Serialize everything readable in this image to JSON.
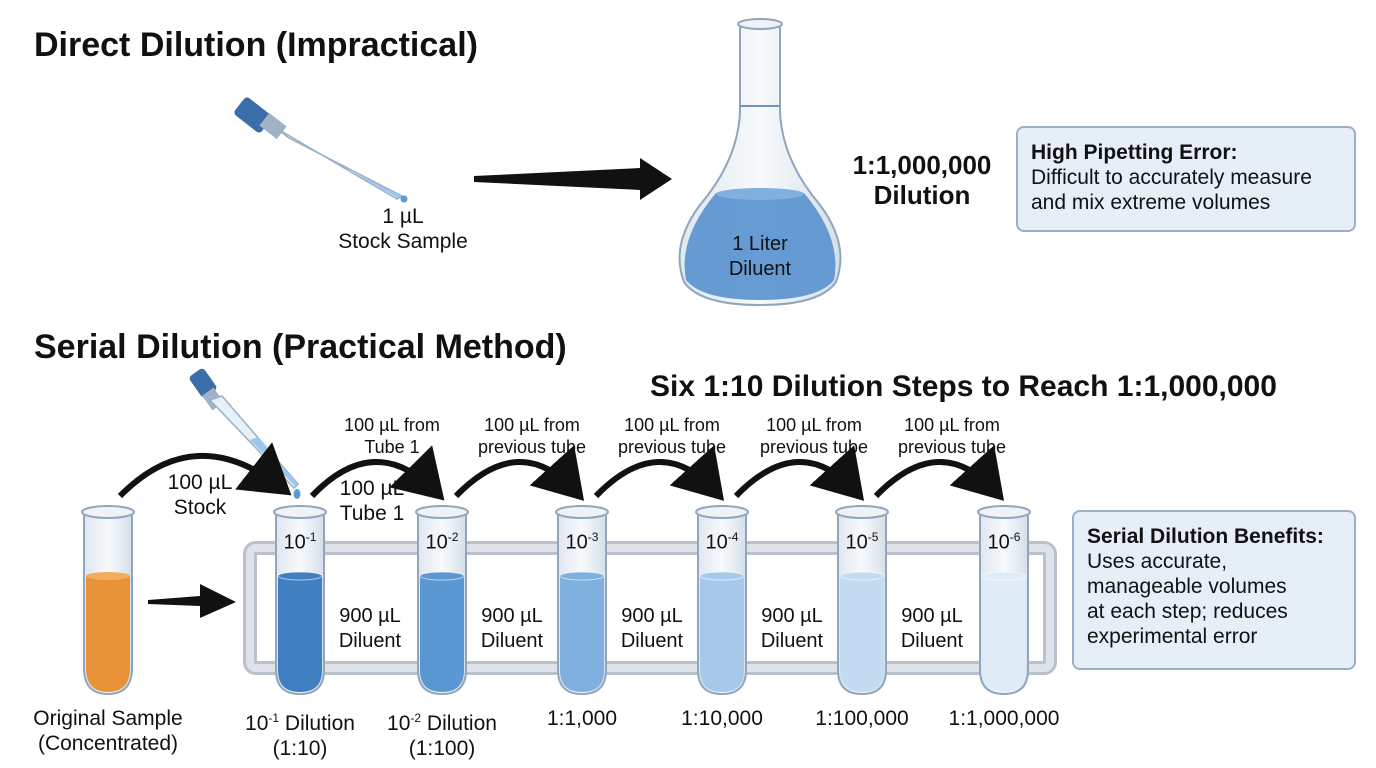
{
  "direct": {
    "title": "Direct Dilution (Impractical)",
    "pipette_label_1": "1 µL",
    "pipette_label_2": "Stock Sample",
    "flask_label_1": "1 Liter",
    "flask_label_2": "Diluent",
    "ratio_1": "1:1,000,000",
    "ratio_2": "Dilution",
    "error_box": {
      "title": "High Pipetting Error:",
      "line1": "Difficult to accurately measure",
      "line2": "and mix extreme volumes"
    }
  },
  "serial": {
    "title": "Serial Dilution (Practical Method)",
    "subtitle": "Six 1:10 Dilution Steps to Reach 1:1,000,000",
    "stock_transfer_1": "100 µL",
    "stock_transfer_2": "Stock",
    "transfer_tube1_1": "100 µL",
    "transfer_tube1_2": "Tube 1",
    "top_transfers": [
      {
        "l1": "100 µL from",
        "l2": "Tube 1"
      },
      {
        "l1": "100 µL from",
        "l2": "previous tube"
      },
      {
        "l1": "100 µL from",
        "l2": "previous tube"
      },
      {
        "l1": "100 µL from",
        "l2": "previous tube"
      },
      {
        "l1": "100 µL from",
        "l2": "previous tube"
      }
    ],
    "tube_exp_base": "10",
    "tube_exponents": [
      "-1",
      "-2",
      "-3",
      "-4",
      "-5",
      "-6"
    ],
    "diluent_1": "900 µL",
    "diluent_2": "Diluent",
    "original_1": "Original Sample",
    "original_2": "(Concentrated)",
    "bottom_labels": [
      {
        "base": "10",
        "exp": "-1",
        "rest": " Dilution",
        "l2": "(1:10)"
      },
      {
        "base": "10",
        "exp": "-2",
        "rest": " Dilution",
        "l2": "(1:100)"
      },
      {
        "text": "1:1,000"
      },
      {
        "text": "1:10,000"
      },
      {
        "text": "1:100,000"
      },
      {
        "text": "1:1,000,000"
      }
    ],
    "benefits_box": {
      "title": "Serial Dilution Benefits:",
      "line1": "Uses accurate,",
      "line2": "manageable volumes",
      "line3": "at each step; reduces",
      "line4": "experimental error"
    }
  },
  "colors": {
    "tube_fills": [
      "#3f7fc1",
      "#5b97d2",
      "#80b0e0",
      "#a6c9ea",
      "#c4dcf2",
      "#dfecf8"
    ],
    "stock": "#e8923a",
    "flask": "#5a93cf",
    "rack": "#cfd6dd"
  }
}
